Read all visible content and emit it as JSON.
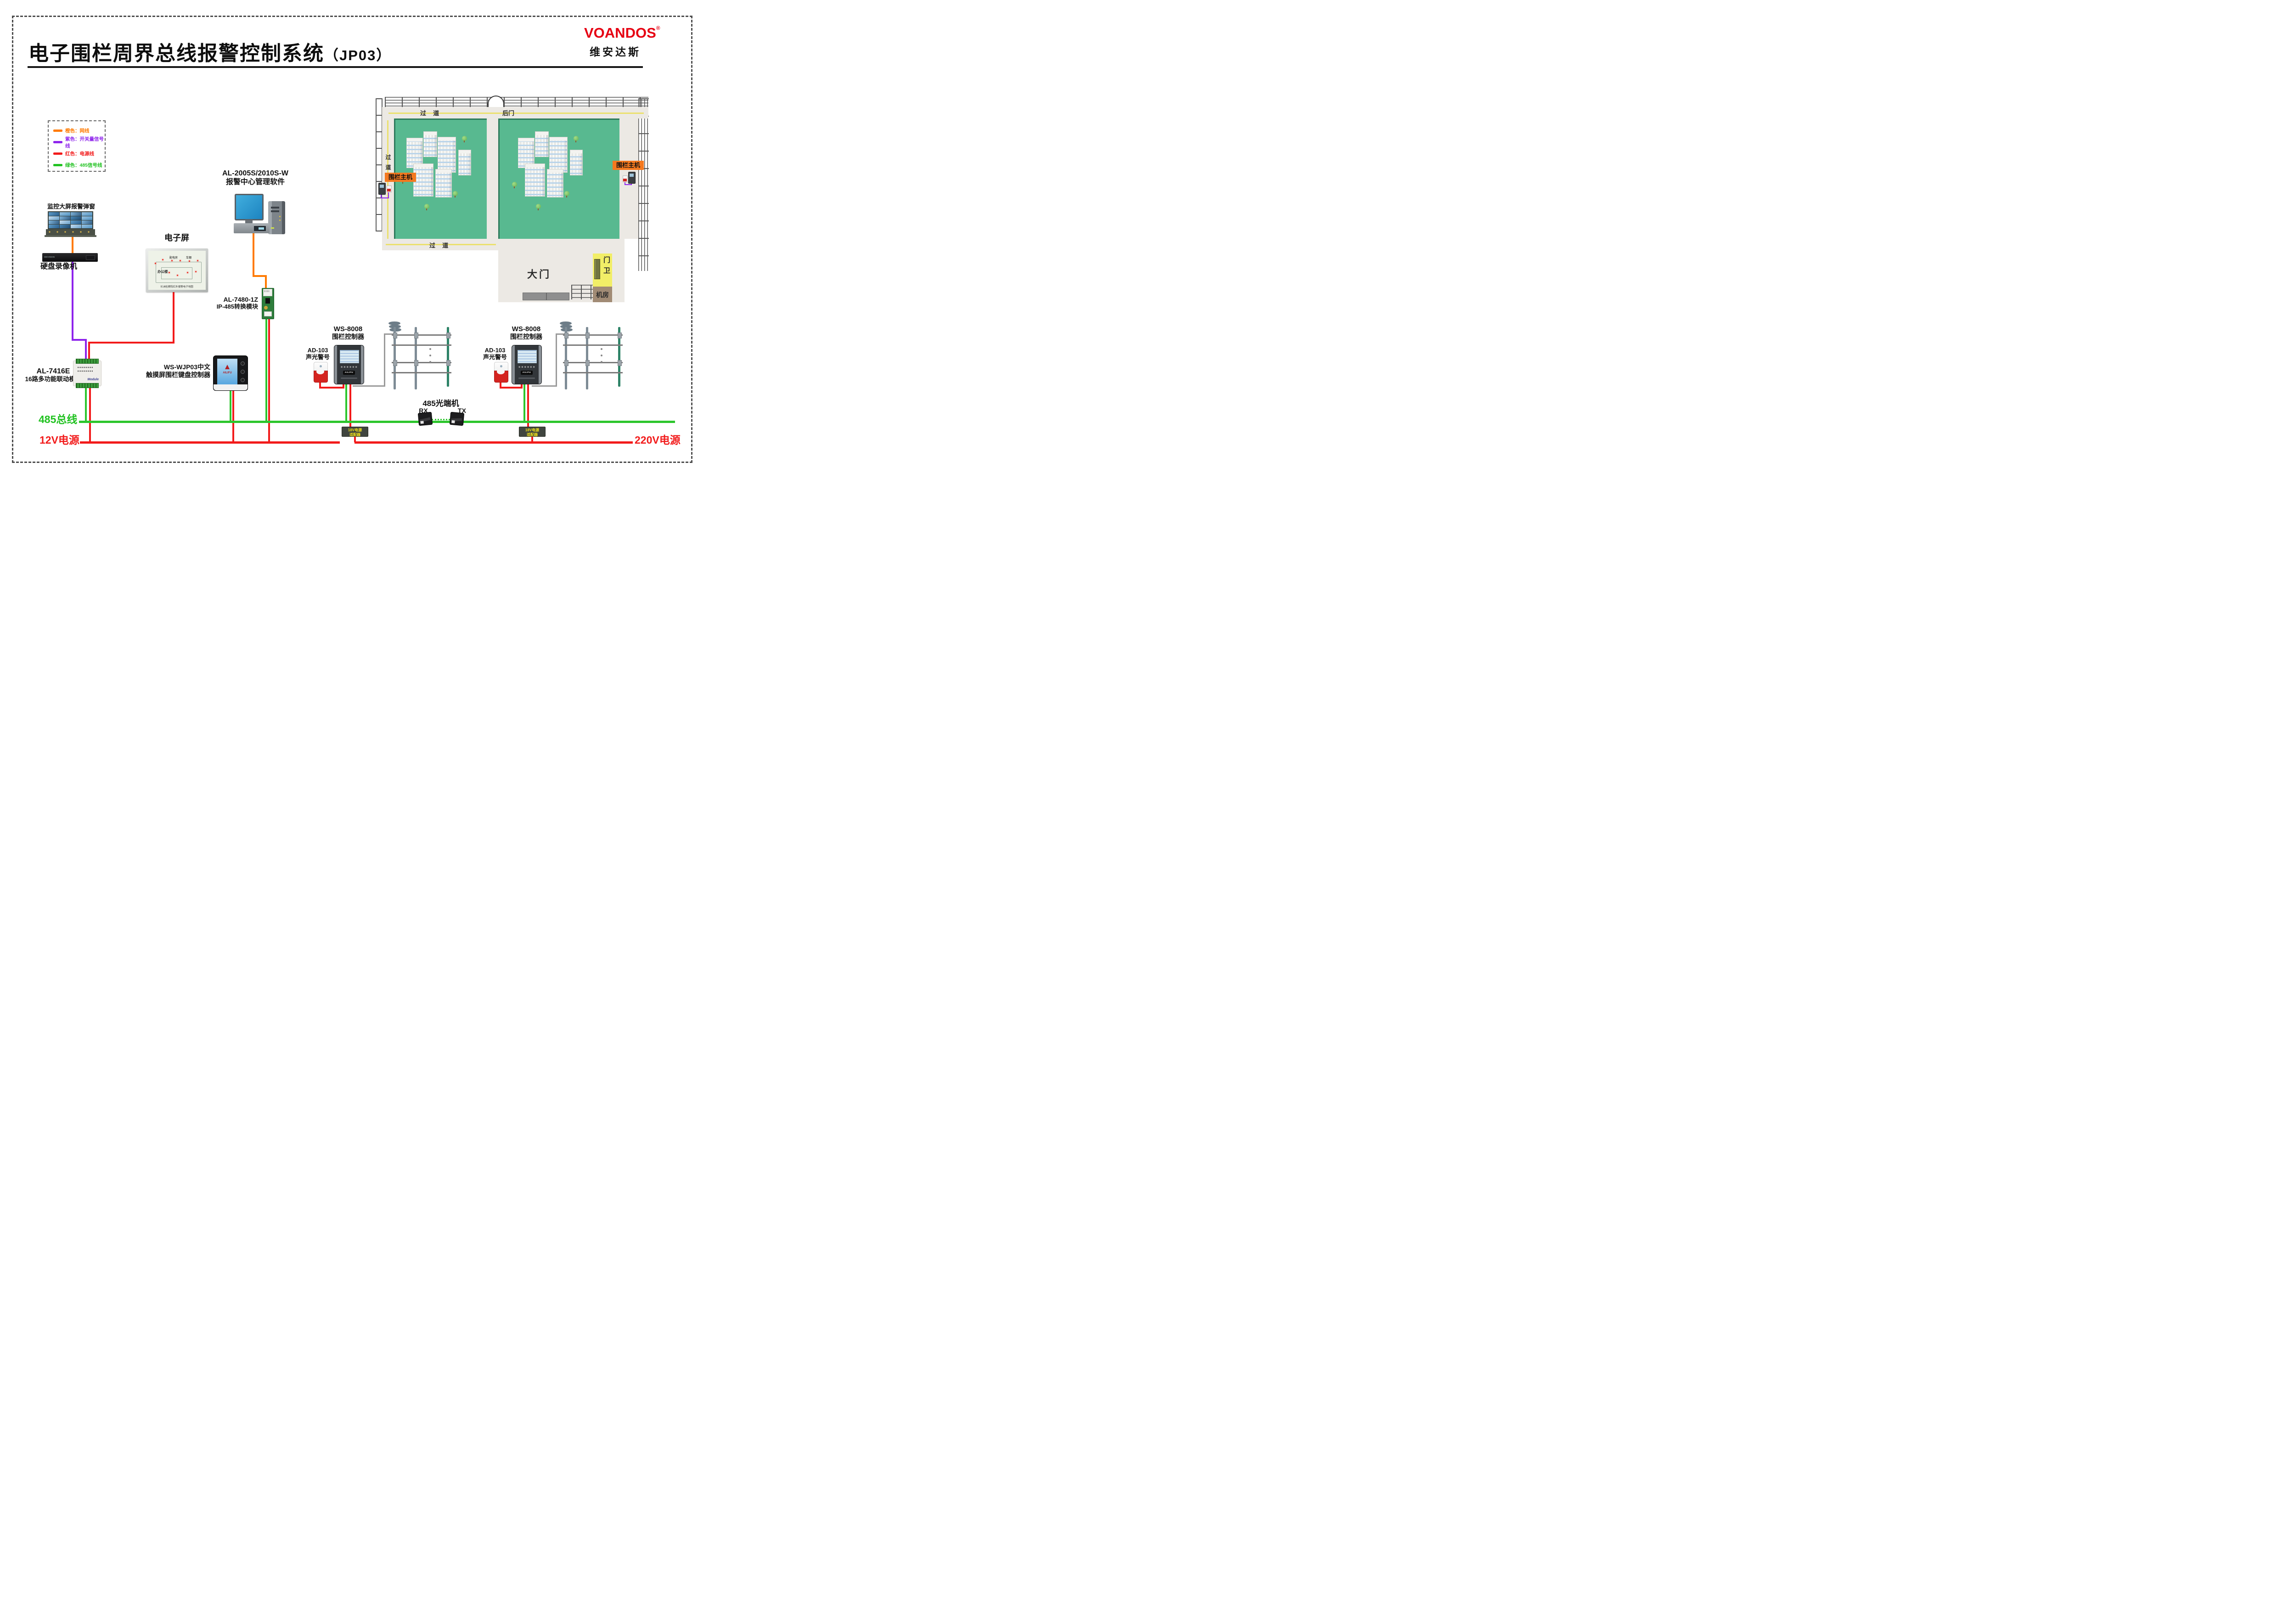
{
  "page": {
    "title": "电子围栏周界总线报警控制系统",
    "title_suffix": "（JP03）"
  },
  "brand": {
    "name": "VOANDOS",
    "reg": "®",
    "cn": "维安达斯"
  },
  "legend": {
    "items": [
      {
        "color": "#FF7A00",
        "label": "橙色：网线"
      },
      {
        "color": "#8E24EC",
        "label": "紫色：开关量信号线"
      },
      {
        "color": "#F21B1B",
        "label": "红色：电源线"
      },
      {
        "color": "#21C221",
        "label": "绿色：485信号线"
      }
    ]
  },
  "video_wall": {
    "label": "监控大屏报警弹窗"
  },
  "dvr": {
    "label": "硬盘录像机",
    "brand": "HIKVISION"
  },
  "eboard": {
    "label": "电子屏",
    "area": "办公楼",
    "room1": "配电房",
    "room2": "车棚",
    "caption": "长洲检察院红外报警电子地图"
  },
  "pc": {
    "line1": "AL-2005S/2010S-W",
    "line2": "报警中心管理软件"
  },
  "converter": {
    "line1": "AL-7480-1Z",
    "line2": "IP-485转换模块"
  },
  "module": {
    "line1": "AL-7416E",
    "line2": "16路多功能联动模块",
    "brand": "Module"
  },
  "keypad": {
    "line1": "WS-WJP03中文",
    "line2": "触摸屏围栏键盘控制器",
    "brand": "AILIFU"
  },
  "controllers": {
    "left": {
      "line1": "WS-8008",
      "line2": "围栏控制器",
      "brand": "AILIFU"
    },
    "right": {
      "line1": "WS-8008",
      "line2": "围栏控制器",
      "brand": "AILIFU"
    }
  },
  "sirens": {
    "left": {
      "line1": "AD-103",
      "line2": "声光警号"
    },
    "right": {
      "line1": "AD-103",
      "line2": "声光警号"
    }
  },
  "optical": {
    "label": "485光端机",
    "rx": "RX",
    "tx": "TX"
  },
  "adapters": {
    "left": {
      "line1": "18V电源",
      "line2": "适配器"
    },
    "right": {
      "line1": "18V电源",
      "line2": "适配器"
    }
  },
  "buses": {
    "b485": "485总线",
    "b12": "12V电源",
    "b220": "220V电源"
  },
  "map": {
    "corridor_top": "过 道",
    "back_gate": "后门",
    "corridor_left": "过道",
    "corridor_bottom": "过 道",
    "host_left": "围栏主机",
    "host_right": "围栏主机",
    "main_gate": "大门",
    "guard": "门卫",
    "room": "机房"
  },
  "colors": {
    "orange_cable": "#FF7A00",
    "purple_cable": "#8E24EC",
    "red_cable": "#F21B1B",
    "green_cable": "#2DC62D",
    "brand_red": "#E60012",
    "host_label_bg": "#F4791F",
    "map_green": "#58B990",
    "guard_yellow": "#F2EE67",
    "room_brown": "#A18B75",
    "adapter_text": "#F2E41C"
  }
}
